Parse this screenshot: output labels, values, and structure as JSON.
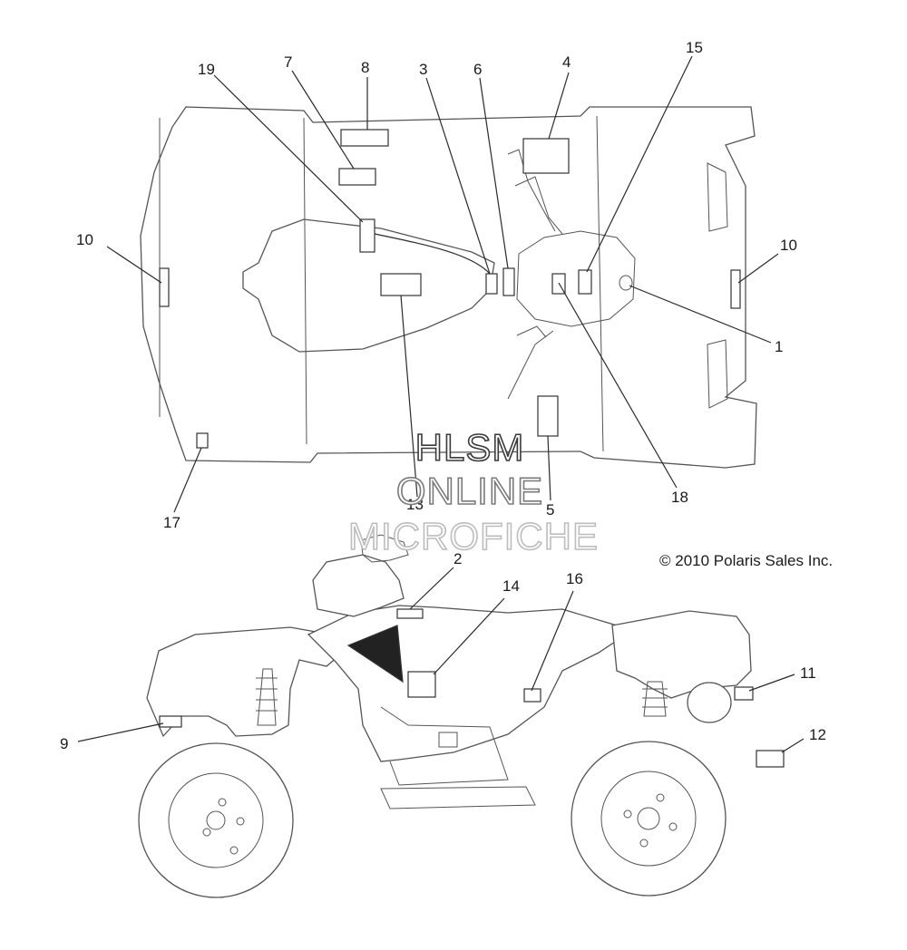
{
  "watermark": {
    "line1": "HLSM",
    "line2": "ONLINE",
    "line3": "MICROFICHE",
    "color1": "#3a3a3a",
    "color2": "#7a7a7a",
    "color3": "#bdbdbd"
  },
  "copyright": "© 2010 Polaris Sales Inc.",
  "callouts": {
    "c1": "1",
    "c2": "2",
    "c3": "3",
    "c4": "4",
    "c5": "5",
    "c6": "6",
    "c7": "7",
    "c8": "8",
    "c9": "9",
    "c10a": "10",
    "c10b": "10",
    "c11": "11",
    "c12": "12",
    "c13": "13",
    "c14": "14",
    "c15": "15",
    "c16": "16",
    "c17": "17",
    "c18": "18",
    "c19": "19"
  }
}
